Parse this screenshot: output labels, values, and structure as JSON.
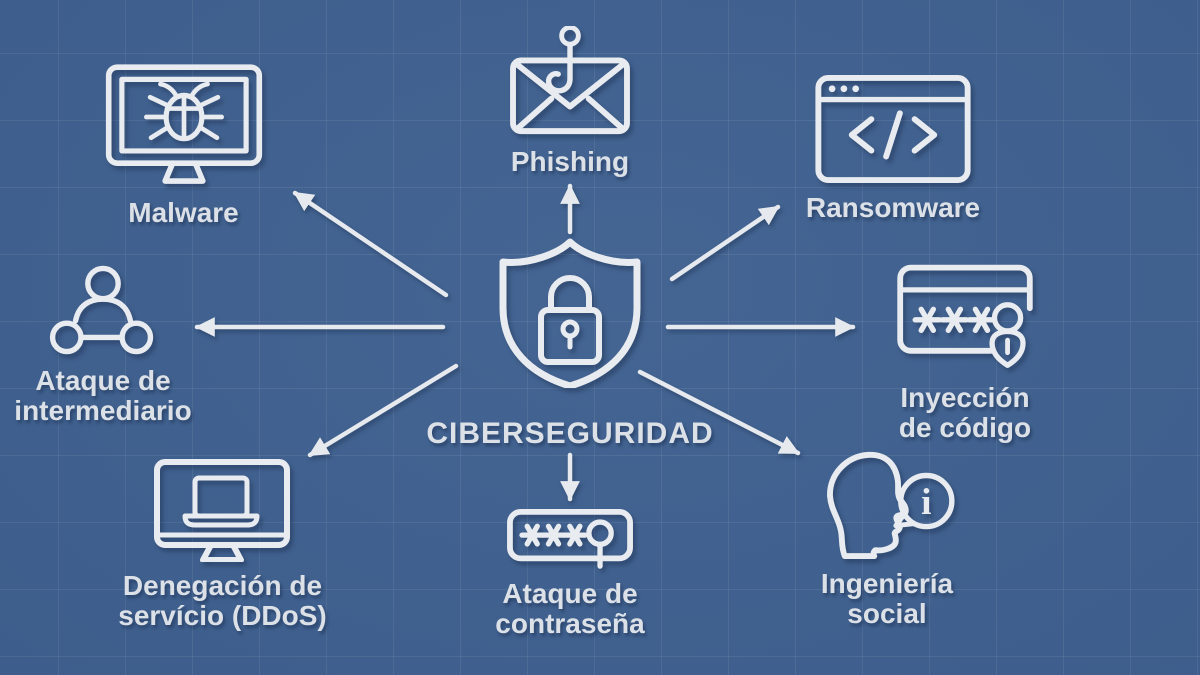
{
  "title": "CIBERSEGURIDAD",
  "colors": {
    "background": "#3c5e8e",
    "grid_line": "rgba(255,255,255,0.08)",
    "stroke": "#e8ebef",
    "text": "#dce1e8"
  },
  "center": {
    "id": "ciberseguridad",
    "label": "CIBERSEGURIDAD",
    "icon": "shield-lock-icon"
  },
  "nodes": [
    {
      "id": "malware",
      "label": "Malware",
      "icon": "monitor-bug-icon",
      "position": "top-left"
    },
    {
      "id": "phishing",
      "label": "Phishing",
      "icon": "envelope-hook-icon",
      "position": "top-center"
    },
    {
      "id": "ransomware",
      "label": "Ransomware",
      "icon": "code-window-icon",
      "position": "top-right"
    },
    {
      "id": "man-in-the-middle",
      "label": "Ataque de\nintermediario",
      "icon": "person-network-icon",
      "position": "middle-left"
    },
    {
      "id": "code-injection",
      "label": "Inyección\nde código",
      "icon": "card-password-alert-icon",
      "position": "middle-right"
    },
    {
      "id": "ddos",
      "label": "Denegación de\nservício (DDoS)",
      "icon": "monitor-laptop-icon",
      "position": "bottom-left"
    },
    {
      "id": "password-attack",
      "label": "Ataque de\ncontraseña",
      "icon": "password-search-icon",
      "position": "bottom-center"
    },
    {
      "id": "social-engineering",
      "label": "Ingeniería\nsocial",
      "icon": "head-speech-bubble-icon",
      "position": "bottom-right"
    }
  ],
  "connections": [
    {
      "from": "ciberseguridad",
      "to": "malware"
    },
    {
      "from": "ciberseguridad",
      "to": "phishing"
    },
    {
      "from": "ciberseguridad",
      "to": "ransomware"
    },
    {
      "from": "ciberseguridad",
      "to": "man-in-the-middle"
    },
    {
      "from": "ciberseguridad",
      "to": "code-injection"
    },
    {
      "from": "ciberseguridad",
      "to": "ddos"
    },
    {
      "from": "ciberseguridad",
      "to": "password-attack"
    },
    {
      "from": "ciberseguridad",
      "to": "social-engineering"
    }
  ]
}
